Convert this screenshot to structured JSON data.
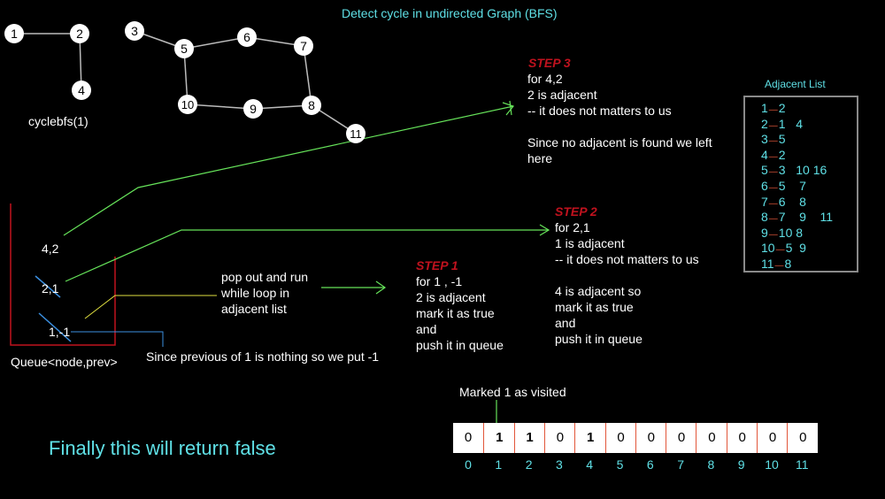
{
  "title": "Detect cycle in  undirected Graph (BFS)",
  "graph1": {
    "nodes": [
      "1",
      "2",
      "4"
    ],
    "call_label": "cyclebfs(1)"
  },
  "graph2": {
    "nodes": [
      "3",
      "5",
      "6",
      "7",
      "8",
      "9",
      "10",
      "11"
    ]
  },
  "queue": {
    "label": "Queue<node,prev>",
    "items": [
      "4,2",
      "2,1",
      "1,-1"
    ]
  },
  "note_prev": "Since previous of 1 is nothing so we put -1",
  "pop_note": [
    "pop out and run",
    "while loop in",
    "adjacent list"
  ],
  "step1": {
    "heading": "STEP 1",
    "lines": [
      "for 1 , -1",
      "2 is adjacent",
      "mark it as true",
      "and",
      " push it in queue"
    ]
  },
  "step2": {
    "heading": "STEP 2",
    "lines": [
      "for 2,1",
      "1 is adjacent",
      "-- it does not matters to us",
      "",
      "4 is adjacent so",
      "mark it as true",
      "and",
      " push it in queue"
    ]
  },
  "step3": {
    "heading": "STEP 3",
    "lines": [
      "for 4,2",
      "2 is adjacent",
      "-- it does not matters to us",
      "",
      "Since no adjacent is found we left",
      "here"
    ]
  },
  "adjacent_list": {
    "title": "Adjacent List",
    "rows": [
      {
        "node": "1",
        "adj": "2"
      },
      {
        "node": "2",
        "adj": "1   4"
      },
      {
        "node": "3",
        "adj": "5"
      },
      {
        "node": "4",
        "adj": "2"
      },
      {
        "node": "5",
        "adj": "3   10 16"
      },
      {
        "node": "6",
        "adj": "5    7"
      },
      {
        "node": "7",
        "adj": "6    8"
      },
      {
        "node": "8",
        "adj": "7    9    11"
      },
      {
        "node": "9",
        "adj": "10 8"
      },
      {
        "node": "10",
        "adj": "5  9"
      },
      {
        "node": "11",
        "adj": "8"
      }
    ]
  },
  "visited": {
    "note": "Marked 1 as visited",
    "values": [
      "0",
      "1",
      "1",
      "0",
      "1",
      "0",
      "0",
      "0",
      "0",
      "0",
      "0",
      "0"
    ],
    "indices": [
      "0",
      "1",
      "2",
      "3",
      "4",
      "5",
      "6",
      "7",
      "8",
      "9",
      "10",
      "11"
    ]
  },
  "conclusion": "Finally this will return false",
  "colors": {
    "cyan": "#5fe0e6",
    "green": "#66e35a",
    "red": "#c0121e",
    "blue": "#3b8fe0",
    "yellow": "#e0e040"
  }
}
